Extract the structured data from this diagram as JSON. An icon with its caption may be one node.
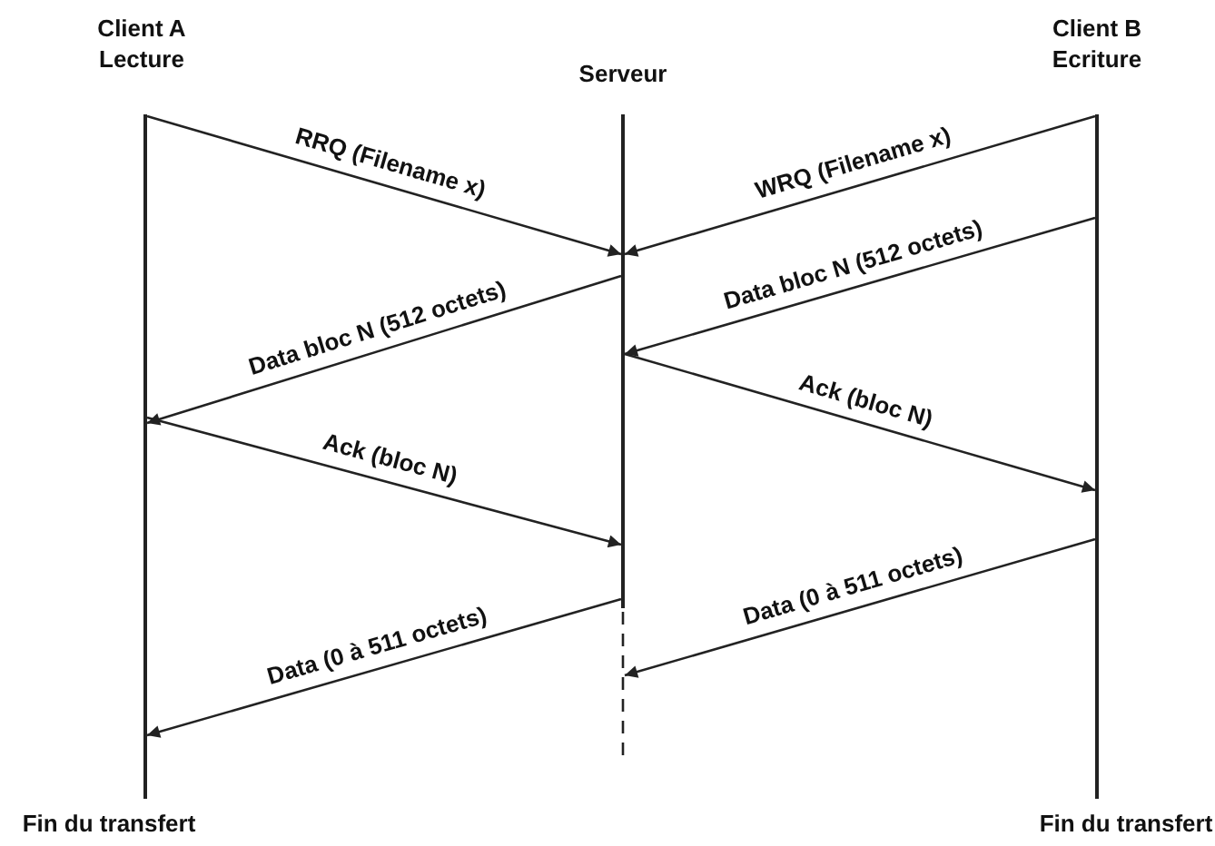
{
  "diagram": {
    "nodes": [
      {
        "text": [],
        "shape": "bar",
        "beside": [
          "Client A",
          "Lecture",
          "Fin du transfert"
        ]
      },
      {
        "text": [],
        "shape": "bar",
        "beside": [
          "Serveur"
        ]
      },
      {
        "text": [],
        "shape": "bar",
        "beside": [
          "Client B",
          "Ecriture",
          "Fin du transfert"
        ]
      }
    ],
    "edges": [
      {
        "from": 0,
        "to": 1,
        "arrow": "to",
        "label": "RRQ (Filename x)"
      },
      {
        "from": 2,
        "to": 1,
        "arrow": "to",
        "label": "WRQ (Filename x)"
      },
      {
        "from": 1,
        "to": 0,
        "arrow": "to",
        "label": "Data bloc N (512 octets)"
      },
      {
        "from": 2,
        "to": 1,
        "arrow": "to",
        "label": "Data bloc N (512 octets)"
      },
      {
        "from": 0,
        "to": 1,
        "arrow": "to",
        "label": "Ack (bloc N)"
      },
      {
        "from": 1,
        "to": 2,
        "arrow": "to",
        "label": "Ack (bloc N)"
      },
      {
        "from": 1,
        "to": 0,
        "arrow": "to",
        "label": "Data (0 à 511 octets)"
      },
      {
        "from": 2,
        "to": 1,
        "arrow": "to",
        "label": "Data (0 à 511 octets)"
      }
    ]
  }
}
